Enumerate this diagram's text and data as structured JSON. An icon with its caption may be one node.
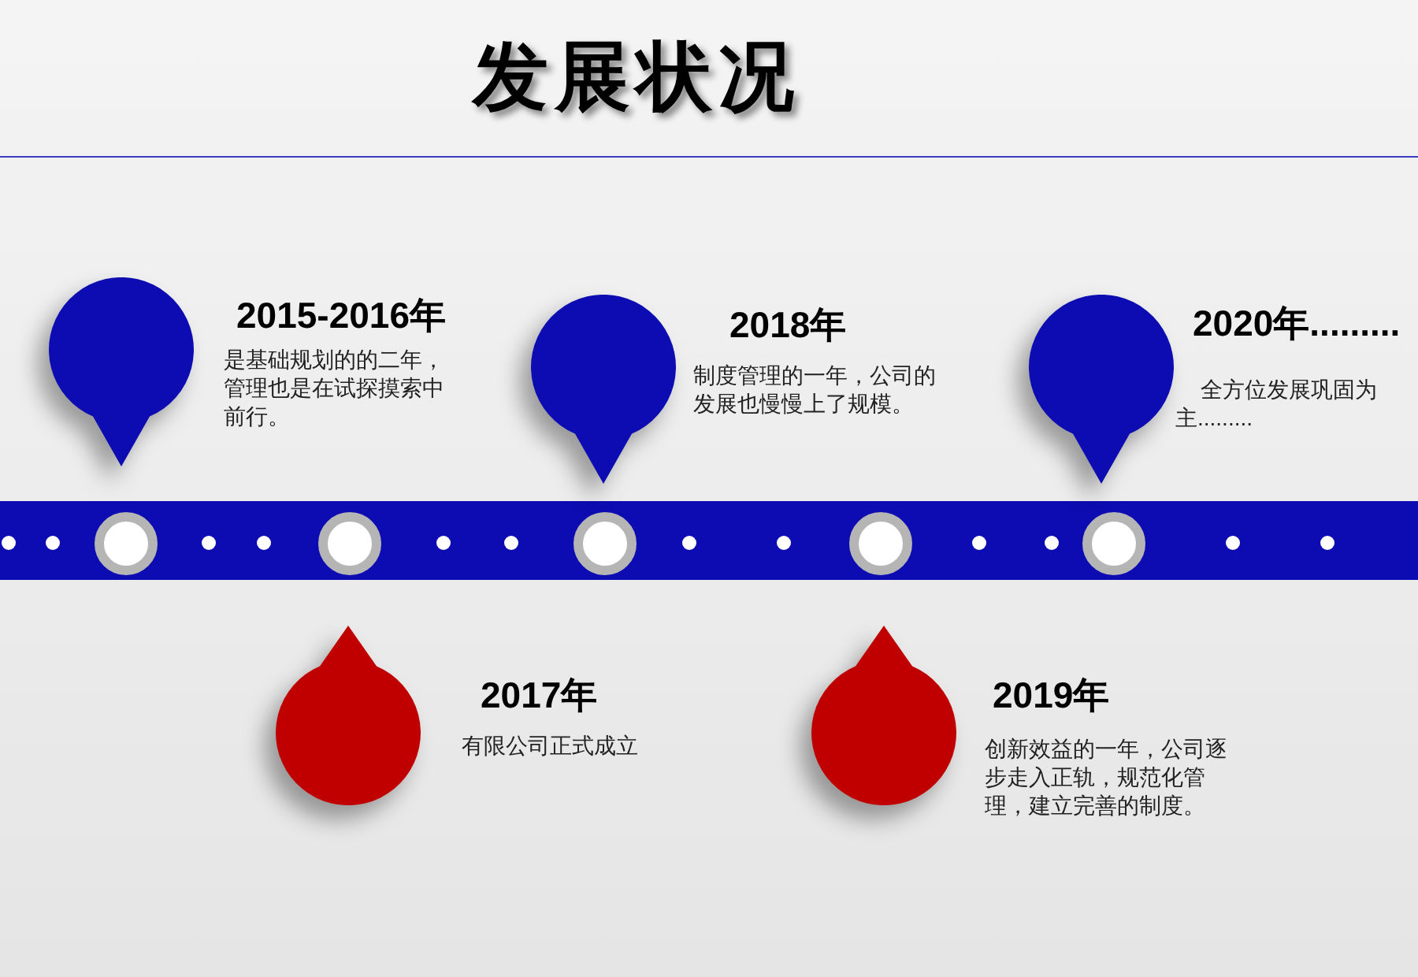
{
  "diagram": {
    "title": "发展状况",
    "nodes": [
      {
        "text": [],
        "shape": "pin",
        "beside": [
          "2015-2016年",
          "是基础规划的的二年，管理也是在试探摸索中前行。"
        ]
      },
      {
        "text": [],
        "shape": "pin",
        "beside": [
          "2017年",
          "有限公司正式成立"
        ]
      },
      {
        "text": [],
        "shape": "pin",
        "beside": [
          "2018年",
          "制度管理的一年，公司的发展也慢慢上了规模。"
        ]
      },
      {
        "text": [],
        "shape": "pin",
        "beside": [
          "2019年",
          "创新效益的一年，公司逐步走入正轨，规范化管理，建立完善的制度。"
        ]
      },
      {
        "text": [],
        "shape": "pin",
        "beside": [
          "2020年.........",
          "全方位发展巩固为主........."
        ]
      }
    ]
  }
}
